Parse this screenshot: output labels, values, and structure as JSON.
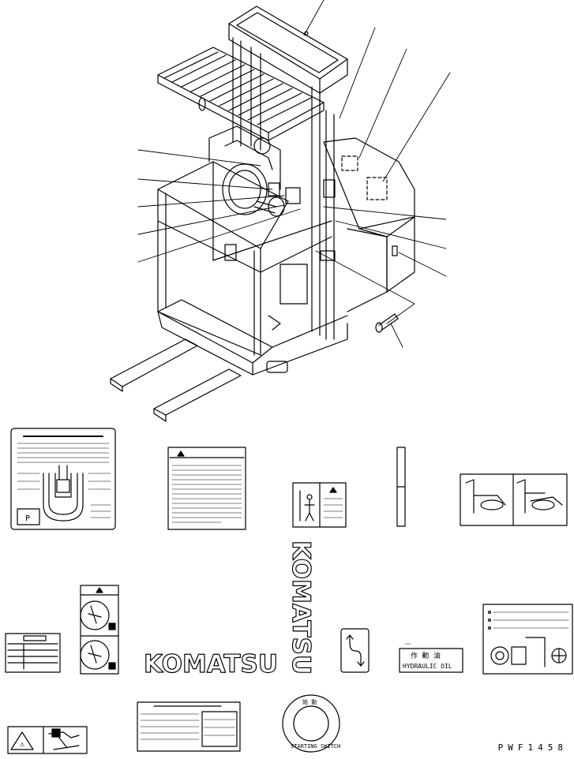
{
  "drawing_code": "PWF1458",
  "decal_texts": {
    "parking_label": "P",
    "warning_symbol": "⚠",
    "komatsu_logo_horizontal": "KOMATSU",
    "komatsu_logo_vertical": "KOMATSU",
    "hydraulic_oil_jp": "作 動 油",
    "hydraulic_oil_en": "HYDRAULIC OIL",
    "starting_switch_jp": "始 動",
    "starting_switch_en": "STARTING SWITCH"
  }
}
